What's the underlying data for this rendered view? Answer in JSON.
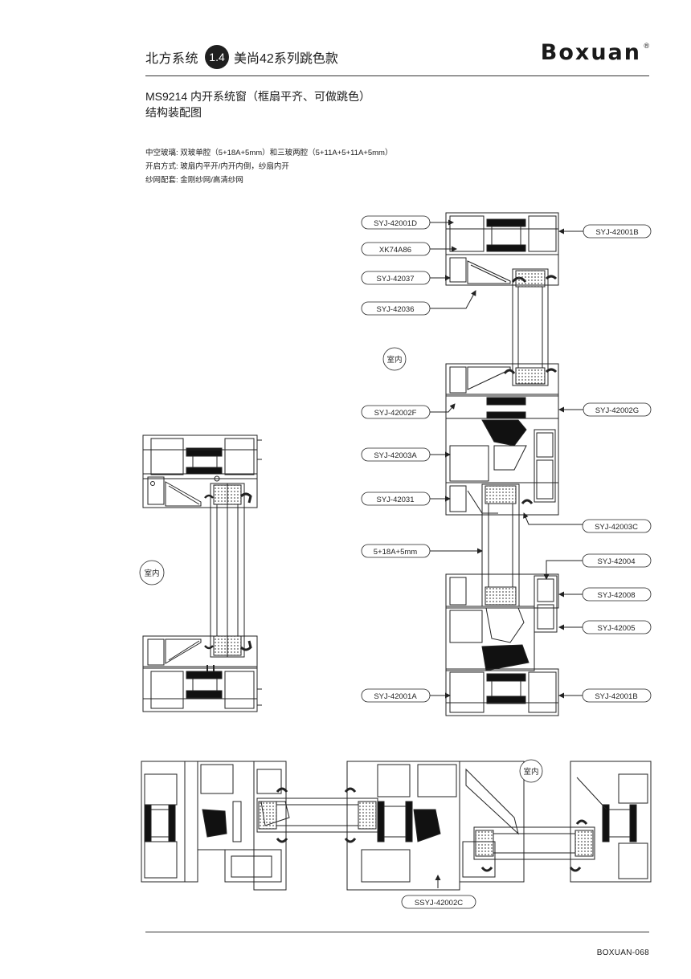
{
  "header": {
    "system": "北方系统",
    "section_number": "1.4",
    "series": "美尚42系列跳色款",
    "brand": "Boxuan",
    "brand_mark": "®"
  },
  "title": {
    "line1": "MS9214 内开系统窗（框扇平齐、可做跳色）",
    "line2": "结构装配图"
  },
  "specs": [
    "中空玻璃: 双玻单腔（5+18A+5mm）和三玻两腔（5+11A+5+11A+5mm）",
    "开启方式: 玻扇内平开/内开内倒，纱扇内开",
    "纱网配套: 金刚纱网/高清纱网"
  ],
  "labels": {
    "syj42001d": "SYJ-42001D",
    "syj42001b_top": "SYJ-42001B",
    "xk74a86": "XK74A86",
    "syj42037": "SYJ-42037",
    "syj42036": "SYJ-42036",
    "indoor_right": "室内",
    "indoor_left": "室内",
    "indoor_bottom": "室内",
    "syj42002f": "SYJ-42002F",
    "syj42002g": "SYJ-42002G",
    "syj42003a": "SYJ-42003A",
    "syj42031": "SYJ-42031",
    "syj42003c": "SYJ-42003C",
    "glass": "5+18A+5mm",
    "syj42004": "SYJ-42004",
    "syj42008": "SYJ-42008",
    "syj42005": "SYJ-42005",
    "syj42001a": "SYJ-42001A",
    "syj42001b_bottom": "SYJ-42001B",
    "ssyj42002c": "SSYJ-42002C"
  },
  "footer": {
    "page_code": "BOXUAN-068"
  }
}
